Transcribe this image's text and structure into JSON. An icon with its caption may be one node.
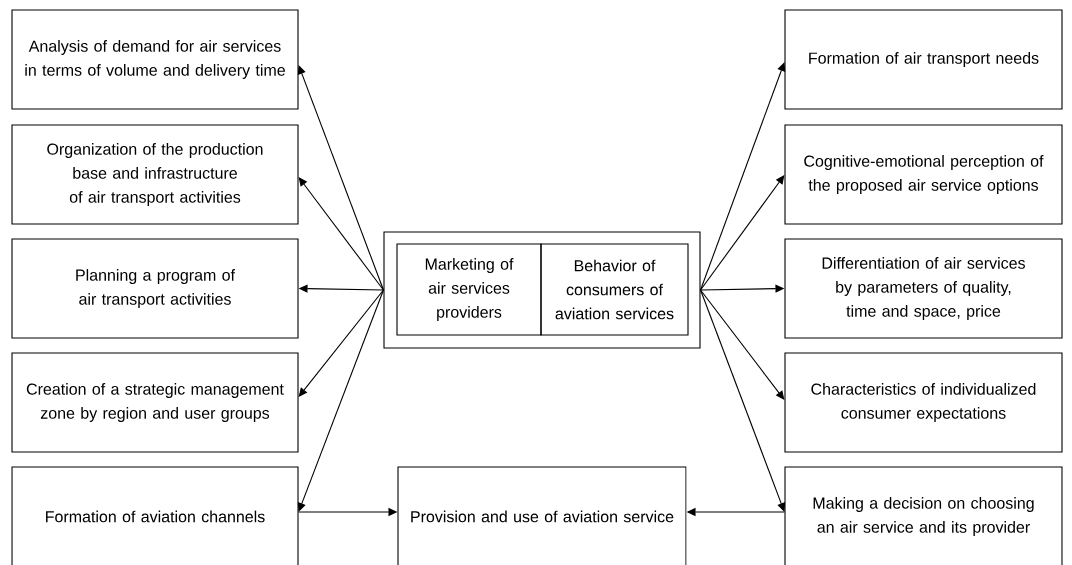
{
  "diagram": {
    "nodes": [
      {
        "text": [],
        "shape": "box"
      },
      {
        "text": [
          "Marketing of air services providers"
        ],
        "in": 0
      },
      {
        "text": [
          "Behavior of consumers of aviation services"
        ],
        "in": 0
      },
      {
        "text": [
          "Analysis of demand for air services in terms of volume and delivery time"
        ]
      },
      {
        "text": [
          "Organization of the production base and infrastructure of air transport activities"
        ]
      },
      {
        "text": [
          "Planning a program of air transport activities"
        ]
      },
      {
        "text": [
          "Creation of a strategic management zone by region and user groups"
        ]
      },
      {
        "text": [
          "Formation of aviation channels"
        ]
      },
      {
        "text": [
          "Formation of air transport needs"
        ]
      },
      {
        "text": [
          "Cognitive-emotional perception of the proposed air service options"
        ]
      },
      {
        "text": [
          "Differentiation of air services by parameters of quality, time and space, price"
        ]
      },
      {
        "text": [
          "Characteristics of individualized consumer expectations"
        ]
      },
      {
        "text": [
          "Making a decision on choosing an air service and its provider"
        ]
      },
      {
        "text": [
          "Provision and use of aviation service"
        ]
      }
    ],
    "edges": [
      {
        "from": 0,
        "to": 3,
        "arrow": "to"
      },
      {
        "from": 0,
        "to": 4,
        "arrow": "to"
      },
      {
        "from": 0,
        "to": 5,
        "arrow": "to"
      },
      {
        "from": 0,
        "to": 6,
        "arrow": "to"
      },
      {
        "from": 0,
        "to": 7,
        "arrow": "to"
      },
      {
        "from": 0,
        "to": 8,
        "arrow": "to"
      },
      {
        "from": 0,
        "to": 9,
        "arrow": "to"
      },
      {
        "from": 0,
        "to": 10,
        "arrow": "to"
      },
      {
        "from": 0,
        "to": 11,
        "arrow": "to"
      },
      {
        "from": 0,
        "to": 12,
        "arrow": "to"
      },
      {
        "from": 7,
        "to": 13,
        "arrow": "to"
      },
      {
        "from": 12,
        "to": 13,
        "arrow": "to"
      }
    ]
  }
}
